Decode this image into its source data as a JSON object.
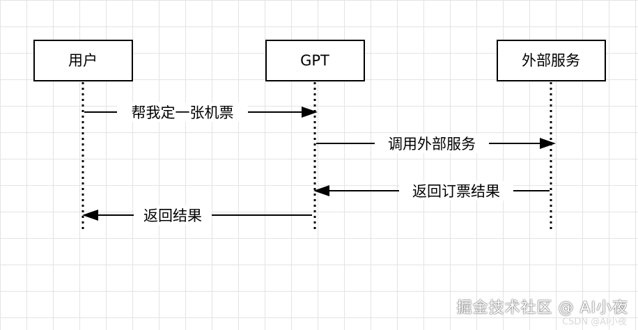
{
  "participants": [
    {
      "label": "用户"
    },
    {
      "label": "GPT"
    },
    {
      "label": "外部服务"
    }
  ],
  "messages": [
    {
      "from": 0,
      "to": 1,
      "label": "帮我定一张机票"
    },
    {
      "from": 1,
      "to": 2,
      "label": "调用外部服务"
    },
    {
      "from": 2,
      "to": 1,
      "label": "返回订票结果"
    },
    {
      "from": 1,
      "to": 0,
      "label": "返回结果"
    }
  ],
  "watermark": {
    "main": "掘金技术社区 @ AI小夜",
    "sub": "CSDN @AI小夜"
  }
}
